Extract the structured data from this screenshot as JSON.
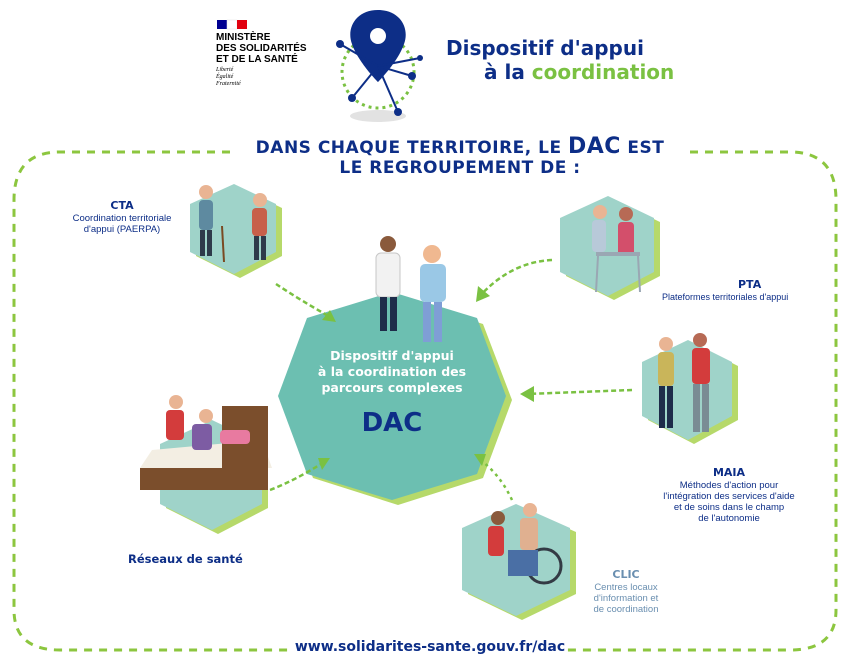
{
  "header": {
    "ministry_lines": [
      "MINISTÈRE",
      "DES SOLIDARITÉS",
      "ET DE LA SANTÉ"
    ],
    "motto_lines": [
      "Liberté",
      "Égalité",
      "Fraternité"
    ],
    "title_line1": "Dispositif d'appui",
    "title_line2_prefix": "à la ",
    "title_line2_highlight": "coordination"
  },
  "headline": {
    "line1_prefix": "DANS CHAQUE TERRITOIRE, LE ",
    "line1_highlight": "DAC",
    "line1_suffix": " EST",
    "line2": "LE REGROUPEMENT DE :"
  },
  "center": {
    "line1": "Dispositif d'appui",
    "line2": "à la coordination des",
    "line3": "parcours complexes",
    "acronym": "DAC"
  },
  "nodes": {
    "cta": {
      "title": "CTA",
      "desc1": "Coordination territoriale",
      "desc2": "d'appui (PAERPA)"
    },
    "pta": {
      "title": "PTA",
      "desc1": "Plateformes territoriales d'appui"
    },
    "maia": {
      "title": "MAIA",
      "desc1": "Méthodes d'action pour",
      "desc2": "l'intégration des services d'aide",
      "desc3": "et de soins dans le champ",
      "desc4": "de l'autonomie"
    },
    "reseaux": {
      "title": "Réseaux de santé"
    },
    "clic": {
      "title": "CLIC",
      "desc1": "Centres locaux",
      "desc2": "d'information et",
      "desc3": "de coordination"
    }
  },
  "footer": {
    "url": "www.solidarites-sante.gouv.fr/dac"
  },
  "colors": {
    "navy": "#0d2e87",
    "green": "#7ac142",
    "teal_hex": "#9fd3c9",
    "center_hex": "#6cbfb1",
    "french_blue": "#000091",
    "french_red": "#e1000f"
  }
}
